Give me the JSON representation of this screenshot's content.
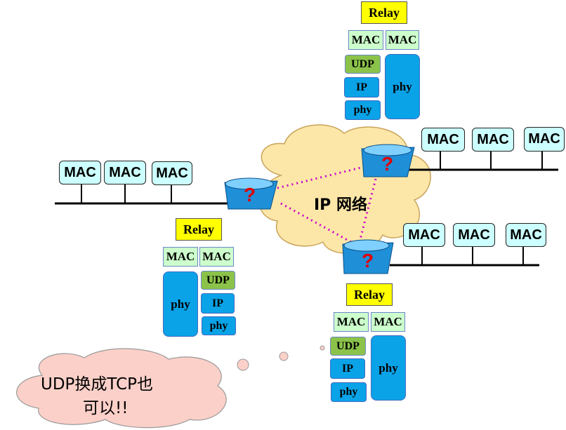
{
  "labels": {
    "relay": "Relay",
    "mac": "MAC",
    "udp": "UDP",
    "ip": "IP",
    "phy": "phy",
    "question": "?"
  },
  "cloud_label": "IP 网络",
  "callout": {
    "line1": "UDP换成TCP也",
    "line2": "可以!!"
  },
  "colors": {
    "relay": "#ffff00",
    "mac_small": "#ccffcc",
    "udp": "#8bc34a",
    "blue_layer": "#0aa3e8",
    "mac_big": "#ccffff",
    "cloud": "#fde7a8",
    "callout": "#fbd0c8",
    "dotted_link": "#cc00cc",
    "question": "#e00000"
  }
}
